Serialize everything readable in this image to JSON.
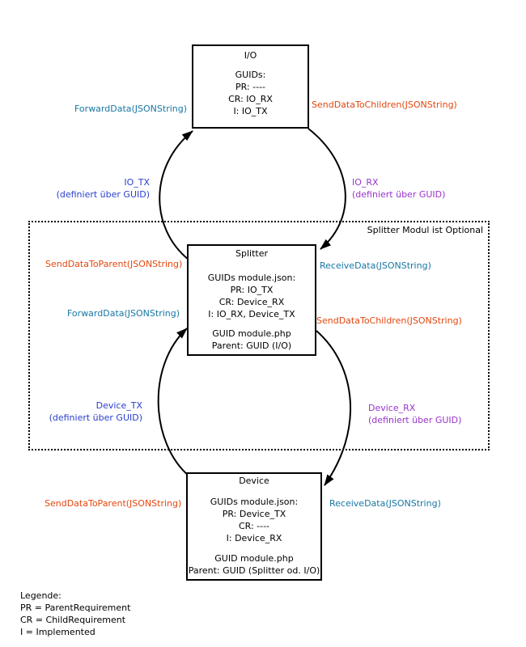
{
  "optional_label": "Splitter Modul ist Optional",
  "colors": {
    "method-in": "#1777a3",
    "method-out": "#e2470e",
    "channel-tx": "#2b40cc",
    "channel-rx": "#9933cc"
  },
  "boxes": {
    "io": {
      "title": "I/O",
      "lines": [
        "GUIDs:",
        "PR: ----",
        "CR: IO_RX",
        "I: IO_TX"
      ]
    },
    "splitter": {
      "title": "Splitter",
      "lines": [
        "GUIDs module.json:",
        "PR: IO_TX",
        "CR: Device_RX",
        "I: IO_RX, Device_TX"
      ],
      "lines2": [
        "GUID module.php",
        "Parent: GUID (I/O)"
      ]
    },
    "device": {
      "title": "Device",
      "lines": [
        "GUIDs module.json:",
        "PR: Device_TX",
        "CR: ----",
        "I: Device_RX"
      ],
      "lines2": [
        "GUID module.php",
        "Parent: GUID (Splitter od. I/O)"
      ]
    }
  },
  "labels": {
    "forward_data_top": "ForwardData(JSONString)",
    "send_children_top": "SendDataToChildren(JSONString)",
    "io_tx_name": "IO_TX",
    "io_tx_note": "(definiert über GUID)",
    "io_rx_name": "IO_RX",
    "io_rx_note": "(definiert über GUID)",
    "send_parent_mid": "SendDataToParent(JSONString)",
    "receive_mid": "ReceiveData(JSONString)",
    "forward_data_mid": "ForwardData(JSONString)",
    "send_children_mid": "SendDataToChildren(JSONString)",
    "device_tx_name": "Device_TX",
    "device_tx_note": "(definiert über GUID)",
    "device_rx_name": "Device_RX",
    "device_rx_note": "(definiert über GUID)",
    "send_parent_bottom": "SendDataToParent(JSONString)",
    "receive_bottom": "ReceiveData(JSONString)"
  },
  "legend": {
    "title": "Legende:",
    "items": [
      "PR = ParentRequirement",
      "CR = ChildRequirement",
      "I = Implemented"
    ]
  }
}
